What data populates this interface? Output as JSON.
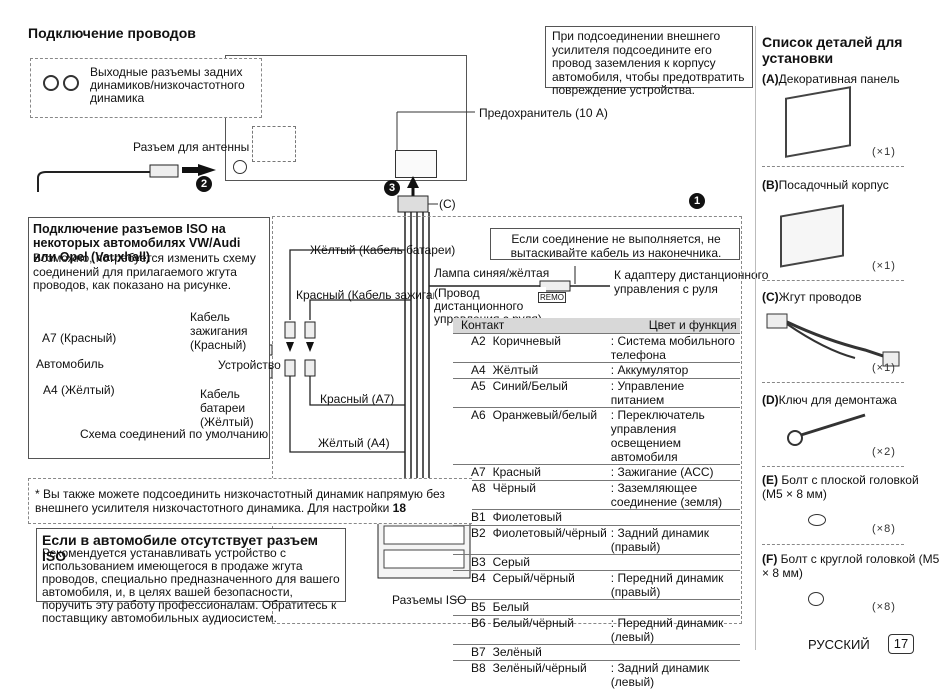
{
  "title": "Подключение проводов",
  "note_amp": "При подсоединении внешнего усилителя подсоедините его провод заземления к корпусу автомобиля, чтобы предотвратить повреждение устройства.",
  "rear_output": "Выходные разъемы задних динамиков/низкочастотного динамика",
  "fuse": "Предохранитель (10 A)",
  "antenna": "Разъем для антенны",
  "callout_2": "2",
  "callout_3": "3",
  "callout_1": "1",
  "connector_c": "(C)",
  "iso_title": "Подключение разъемов ISO на некоторых автомобилях VW/Audi или Opel (Vauxhall)",
  "iso_body": "Возможно, потребуется изменить схему соединений для прилагаемого жгута проводов, как показано на рисунке.",
  "ignition_cable": "Кабель зажигания (Красный)",
  "battery_cable": "Кабель батареи (Жёлтый)",
  "a7_red": "A7 (Красный)",
  "vehicle": "Автомобиль",
  "a4_yellow": "A4 (Жёлтый)",
  "unit": "Устройство",
  "default_scheme": "Схема соединений по умолчанию",
  "yellow_battery": "Жёлтый (Кабель батареи)",
  "red_ignition": "Красный (Кабель зажигания)",
  "red_a7": "Красный (A7)",
  "yellow_a4": "Жёлтый (A4)",
  "no_pull_note": "Если соединение не выполняется, не вытаскивайте кабель из наконечника.",
  "lamp": "Лампа синяя/жёлтая",
  "remote_wire": "(Провод дистанционного управления с руля)",
  "remote_label": "REMO",
  "steering_adapter": "К адаптеру дистанционного управления с руля",
  "table_head": {
    "contact": "Контакт",
    "func": "Цвет и функция"
  },
  "wires": [
    {
      "code": "A2",
      "color": "Коричневый",
      "func": ": Система мобильного телефона"
    },
    {
      "code": "A4",
      "color": "Жёлтый",
      "func": ": Аккумулятор"
    },
    {
      "code": "A5",
      "color": "Синий/Белый",
      "func": ": Управление питанием"
    },
    {
      "code": "A6",
      "color": "Оранжевый/белый",
      "func": ": Переключатель управления освещением автомобиля"
    },
    {
      "code": "A7",
      "color": "Красный",
      "func": ": Зажигание (ACC)"
    },
    {
      "code": "A8",
      "color": "Чёрный",
      "func": ": Заземляющее соединение (земля)"
    },
    {
      "code": "B1",
      "color": "Фиолетовый",
      "func": ""
    },
    {
      "code": "B2",
      "color": "Фиолетовый/чёрный",
      "func": ": Задний динамик (правый)"
    },
    {
      "code": "B3",
      "color": "Серый",
      "func": ""
    },
    {
      "code": "B4",
      "color": "Серый/чёрный",
      "func": ": Передний динамик (правый)"
    },
    {
      "code": "B5",
      "color": "Белый",
      "func": ""
    },
    {
      "code": "B6",
      "color": "Белый/чёрный",
      "func": ": Передний динамик (левый)"
    },
    {
      "code": "B7",
      "color": "Зелёный",
      "func": ""
    },
    {
      "code": "B8",
      "color": "Зелёный/чёрный",
      "func": ": Задний динамик (левый)"
    }
  ],
  "subwoofer_note": "* Вы также можете подсоединить низкочастотный динамик напрямую без внешнего усилителя низкочастотного динамика. Для настройки",
  "subwoofer_ref": "18",
  "noiso_title": "Если в автомобиле отсутствует разъем ISO",
  "noiso_body": "Рекомендуется устанавливать устройство с использованием имеющегося в продаже жгута проводов, специально предназначенного для вашего автомобиля, и, в целях вашей безопасности, поручить эту работу профессионалам. Обратитесь к поставщику автомобильных аудиосистем.",
  "iso_connectors": "Разъемы ISO",
  "parts_title": "Список деталей для установки",
  "parts": [
    {
      "label": "(A)",
      "name": "Декоративная панель",
      "qty": "(×1)"
    },
    {
      "label": "(B)",
      "name": "Посадочный корпус",
      "qty": "(×1)"
    },
    {
      "label": "(C)",
      "name": "Жгут проводов",
      "qty": "(×1)"
    },
    {
      "label": "(D)",
      "name": "Ключ для демонтажа",
      "qty": "(×2)"
    },
    {
      "label": "(E)",
      "name": "Болт с плоской головкой (M5 × 8 мм)",
      "qty": "(×8)"
    },
    {
      "label": "(F)",
      "name": "Болт с круглой головкой (M5 × 8 мм)",
      "qty": "(×8)"
    }
  ],
  "footer_lang": "РУССКИЙ",
  "page_number": "17"
}
